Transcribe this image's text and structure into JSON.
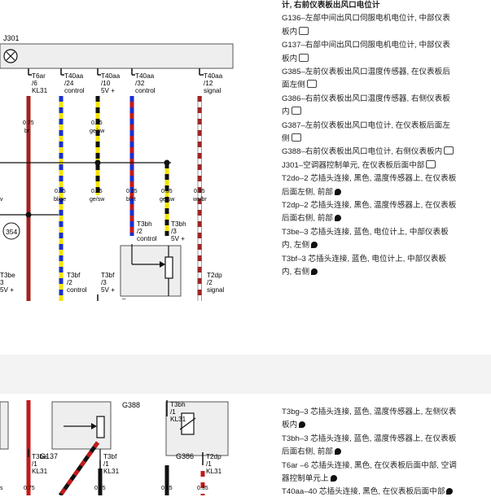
{
  "legend_top": [
    {
      "text": "计, 右前仪表板出风口电位计",
      "bold": true,
      "cam": false,
      "plug": false
    },
    {
      "text": "G136–左部中间出风口伺服电机电位计, 中部仪表",
      "cam": false,
      "plug": false
    },
    {
      "text": "板内",
      "cam": true,
      "plug": false
    },
    {
      "text": "G137–右部中间出风口伺服电机电位计, 中部仪表",
      "cam": false,
      "plug": false
    },
    {
      "text": "板内",
      "cam": true,
      "plug": false
    },
    {
      "text": "G385–左前仪表板出风口温度传感器, 在仪表板后",
      "cam": false,
      "plug": false
    },
    {
      "text": "面左侧",
      "cam": true,
      "plug": false
    },
    {
      "text": "G386–右前仪表板出风口温度传感器, 右侧仪表板",
      "cam": false,
      "plug": false
    },
    {
      "text": "内",
      "cam": true,
      "plug": false
    },
    {
      "text": "G387–左前仪表板出风口电位计, 在仪表板后面左",
      "cam": false,
      "plug": false
    },
    {
      "text": "侧",
      "cam": true,
      "plug": false
    },
    {
      "text": "G388–右前仪表板出风口电位计, 右侧仪表板内",
      "cam": true,
      "plug": false
    },
    {
      "text": "J301–空调器控制单元, 在仪表板后面中部",
      "cam": true,
      "plug": false
    },
    {
      "text": "T2do–2 芯插头连接, 黑色, 温度传感器上, 在仪表板",
      "cam": false,
      "plug": false
    },
    {
      "text": "后面左侧, 前部",
      "cam": false,
      "plug": true
    },
    {
      "text": "T2dp–2 芯插头连接, 黑色, 温度传感器上, 在仪表板",
      "cam": false,
      "plug": false
    },
    {
      "text": "后面右侧, 前部",
      "cam": false,
      "plug": true
    },
    {
      "text": "T3be–3 芯插头连接, 蓝色, 电位计上, 中部仪表板",
      "cam": false,
      "plug": false
    },
    {
      "text": "内, 左侧",
      "cam": false,
      "plug": true
    },
    {
      "text": "T3bf–3 芯插头连接, 蓝色, 电位计上, 中部仪表板",
      "cam": false,
      "plug": false
    },
    {
      "text": "内, 右侧",
      "cam": false,
      "plug": true
    }
  ],
  "legend_bottom": [
    {
      "text": "T3bg–3 芯插头连接, 蓝色, 温度传感器上, 左侧仪表",
      "cam": false,
      "plug": false
    },
    {
      "text": "板内",
      "cam": false,
      "plug": true
    },
    {
      "text": "T3bh–3 芯插头连接, 蓝色, 温度传感器上, 在仪表板",
      "cam": false,
      "plug": false
    },
    {
      "text": "后面右侧, 前部",
      "cam": false,
      "plug": true
    },
    {
      "text": "T6ar –6 芯插头连接, 黑色, 在仪表板后面中部, 空调",
      "cam": false,
      "plug": false
    },
    {
      "text": "器控制单元上",
      "cam": false,
      "plug": true
    },
    {
      "text": "T40aa–40 芯插头连接, 黑色, 在仪表板后面中部",
      "cam": false,
      "plug": true
    }
  ],
  "diagram": {
    "j301": "J301",
    "c354": "354",
    "connectors": [
      {
        "l1": "T6ar",
        "l2": "/6",
        "l3": "KL31"
      },
      {
        "l1": "T40aa",
        "l2": "/24",
        "l3": "control"
      },
      {
        "l1": "T40aa",
        "l2": "/10",
        "l3": "5V +"
      },
      {
        "l1": "T40aa",
        "l2": "/32",
        "l3": "control"
      },
      {
        "l1": "T40aa",
        "l2": "/12",
        "l3": "signal"
      }
    ],
    "wires": [
      {
        "size": "0.75",
        "color": "br"
      },
      {
        "size": "0.35",
        "color": "ge/sw"
      },
      {
        "size": "0.35",
        "color": "bl/ge"
      },
      {
        "size": "0.35",
        "color": "ge/sw"
      },
      {
        "size": "0.35",
        "color": "bl/rt"
      },
      {
        "size": "0.35",
        "color": "ge/sw"
      },
      {
        "size": "0.35",
        "color": "ws/br"
      }
    ],
    "frag_v": "v",
    "t3be": {
      "l1": "T3be",
      "l2": "3",
      "l3": "5V +"
    },
    "t3bf_a": {
      "l1": "T3bf",
      "l2": "/2",
      "l3": "control"
    },
    "t3bf_b": {
      "l1": "T3bf",
      "l2": "/3",
      "l3": "5V +"
    },
    "t3bh_a": {
      "l1": "T3bh",
      "l2": "/2",
      "l3": "control"
    },
    "t3bh_b": {
      "l1": "T3bh",
      "l2": "/3",
      "l3": "5V +"
    },
    "t2dp": {
      "l1": "T2dp",
      "l2": "/2",
      "l3": "signal"
    }
  },
  "diagram2": {
    "g388": "G388",
    "g137": "G137",
    "g386": "G386",
    "t3be": {
      "l1": "T3be",
      "l2": "/1",
      "l3": "KL31"
    },
    "t3bf": {
      "l1": "T3bf",
      "l2": "/1",
      "l3": "KL31"
    },
    "t3bh": {
      "l1": "T3bh",
      "l2": "/1",
      "l3": "KL31"
    },
    "t2dp": {
      "l1": "T2dp",
      "l2": "/1",
      "l3": "KL31"
    },
    "w1": "0.75",
    "w2": "0.35",
    "w3": "0.35",
    "w4": "0.35",
    "frag_s": "s"
  }
}
